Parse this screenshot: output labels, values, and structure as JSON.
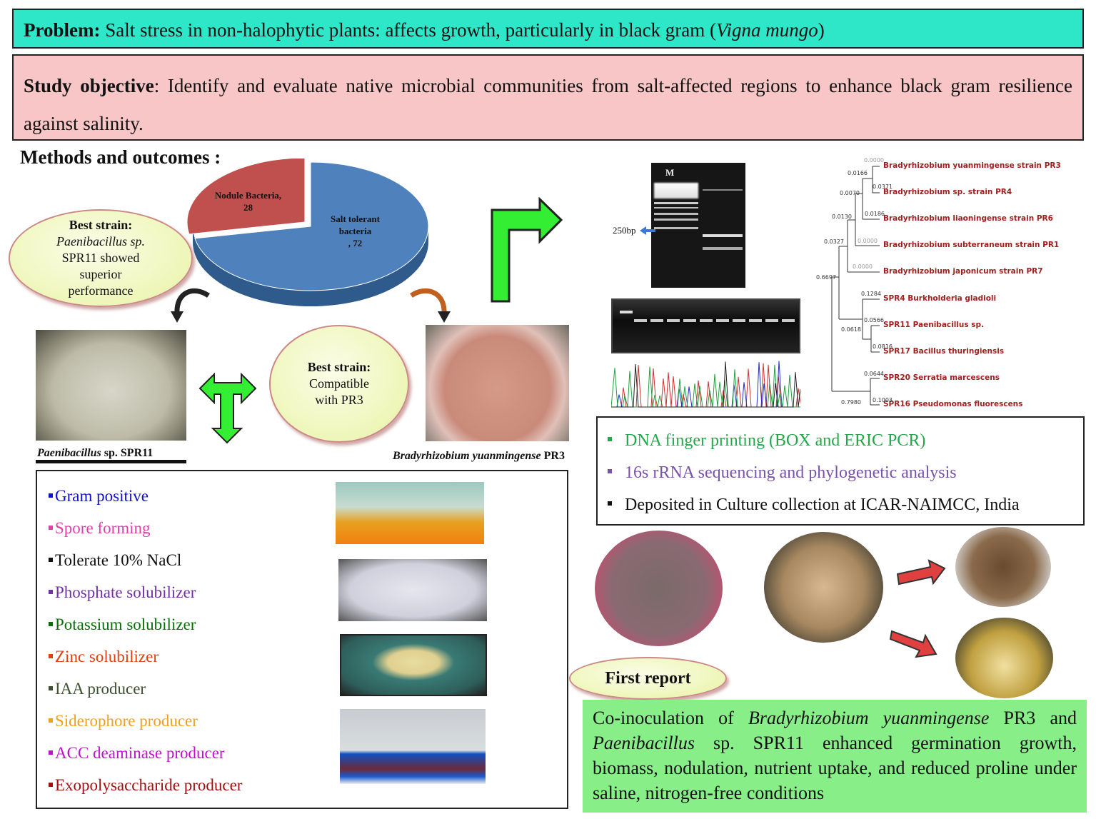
{
  "problem": {
    "label": "Problem:",
    "text": " Salt stress in non-halophytic plants: affects growth, particularly in black gram (",
    "species": "Vigna mungo",
    "close": ")"
  },
  "objective": {
    "label": "Study objective",
    "text": ": Identify and evaluate native microbial communities from salt-affected regions to enhance black gram resilience against salinity."
  },
  "methods_title": "Methods and outcomes :",
  "chart_data": {
    "type": "pie",
    "title": "",
    "slices": [
      {
        "label": "Nodule Bacteria",
        "value": 28,
        "color": "#c0504d"
      },
      {
        "label": "Salt tolerant bacteria",
        "value": 72,
        "color": "#4f81bd"
      }
    ]
  },
  "pie_labels": {
    "nodule": "Nodule Bacteria, 28",
    "salt_line1": "Salt tolerant",
    "salt_line2": "bacteria",
    "salt_line3": ", 72"
  },
  "best_left": {
    "title": "Best strain:",
    "species": "Paenibacillus sp.",
    "line2": "SPR11 showed",
    "line3": "superior",
    "line4": "performance"
  },
  "best_center": {
    "title": "Best strain:",
    "line2": "Compatible",
    "line3": "with PR3"
  },
  "captions": {
    "left_species": "Paenibacillus",
    "left_rest": " sp. SPR11",
    "right_species": "Bradyrhizobium yuanmingense",
    "right_rest": " PR3"
  },
  "gel": {
    "marker": "M",
    "size": "250bp"
  },
  "tree": {
    "leaves": [
      "Bradyrhizobium yuanmingense strain PR3",
      "Bradyrhizobium sp. strain PR4",
      "Bradyrhizobium liaoningense strain PR6",
      "Bradyrhizobium subterraneum strain PR1",
      "Bradyrhizobium japonicum strain PR7",
      "SPR4 Burkholderia gladioli",
      "SPR11 Paenibacillus sp.",
      "SPR17 Bacillus thuringiensis",
      "SPR20 Serratia marcescens",
      "SPR16 Pseudomonas fluorescens"
    ],
    "branches": [
      "0.0000",
      "0.0166",
      "0.0371",
      "0.0070",
      "0.0186",
      "0.0130",
      "0.0000",
      "0.0327",
      "0.0000",
      "0.6697",
      "0.1284",
      "0.0566",
      "0.0618",
      "0.0816",
      "0.0644",
      "0.1003",
      "0.7980"
    ]
  },
  "methods_list": [
    {
      "text": "DNA finger printing (BOX and ERIC PCR)",
      "color": "#22a84a"
    },
    {
      "text": "16s rRNA sequencing and phylogenetic analysis",
      "color": "#7a52a8"
    },
    {
      "text": "Deposited in Culture collection at ICAR-NAIMCC, India",
      "color": "#111111"
    }
  ],
  "traits": [
    {
      "text": "Gram positive",
      "color": "#1010d0"
    },
    {
      "text": "Spore forming",
      "color": "#e040a8"
    },
    {
      "text": "Tolerate 10% NaCl",
      "color": "#111111"
    },
    {
      "text": "Phosphate solubilizer",
      "color": "#7030a0"
    },
    {
      "text": "Potassium solubilizer",
      "color": "#067006"
    },
    {
      "text": "Zinc solubilizer",
      "color": "#e04010"
    },
    {
      "text": "IAA producer",
      "color": "#3e5030"
    },
    {
      "text": "Siderophore producer",
      "color": "#f0a020"
    },
    {
      "text": "ACC deaminase producer",
      "color": "#c010d0"
    },
    {
      "text": "Exopolysaccharide producer",
      "color": "#a01010"
    }
  ],
  "first_report": "First report",
  "conclusion": {
    "p1": "Co-inoculation of ",
    "s1": "Bradyrhizobium yuanmingense",
    "p2": " PR3 and ",
    "s2": "Paenibacillus",
    "p3": " sp. SPR11 enhanced germination growth, biomass, nodulation, nutrient uptake, and reduced  proline under saline, nitrogen-free conditions"
  }
}
